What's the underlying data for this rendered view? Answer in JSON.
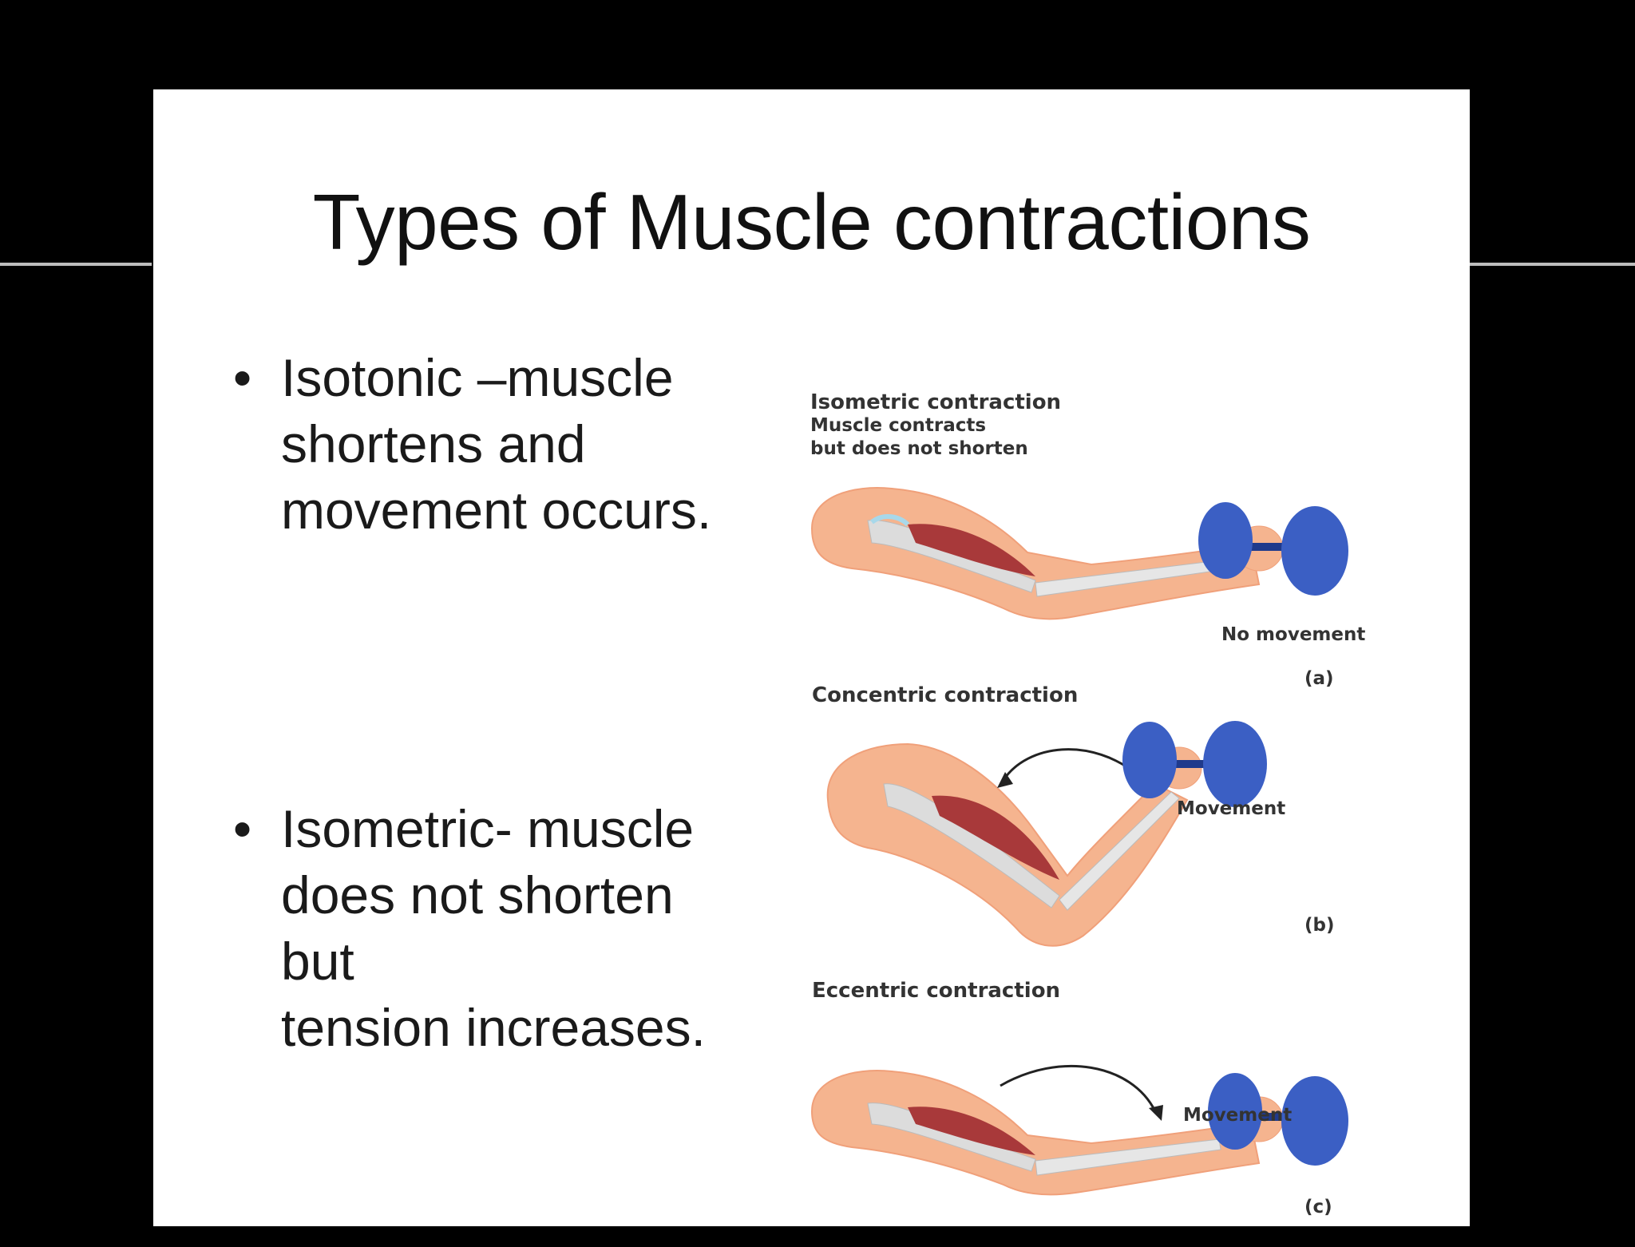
{
  "slide": {
    "title": "Types of Muscle contractions",
    "bullets": [
      {
        "symbol": "•",
        "lines": [
          "Isotonic –muscle",
          "shortens and",
          "movement occurs."
        ]
      },
      {
        "symbol": "•",
        "lines": [
          "Isometric- muscle",
          "does not shorten but",
          "tension increases."
        ]
      }
    ]
  },
  "figure": {
    "panel_a": {
      "title": "Isometric contraction",
      "subtitle_line1": "Muscle contracts",
      "subtitle_line2": "but does not shorten",
      "caption": "No movement",
      "tag": "(a)"
    },
    "panel_b": {
      "title": "Concentric contraction",
      "movement_label": "Movement",
      "tag": "(b)"
    },
    "panel_c": {
      "title": "Eccentric contraction",
      "movement_label": "Movement",
      "tag": "(c)"
    }
  },
  "colors": {
    "skin": "#f5b48f",
    "skin_edge": "#f0a07a",
    "bone": "#dcdcdc",
    "muscle": "#a8393a",
    "tendon": "#a8d8ea",
    "dumbbell": "#3b5fc4",
    "dumbbell_dark": "#1f3a8c"
  }
}
